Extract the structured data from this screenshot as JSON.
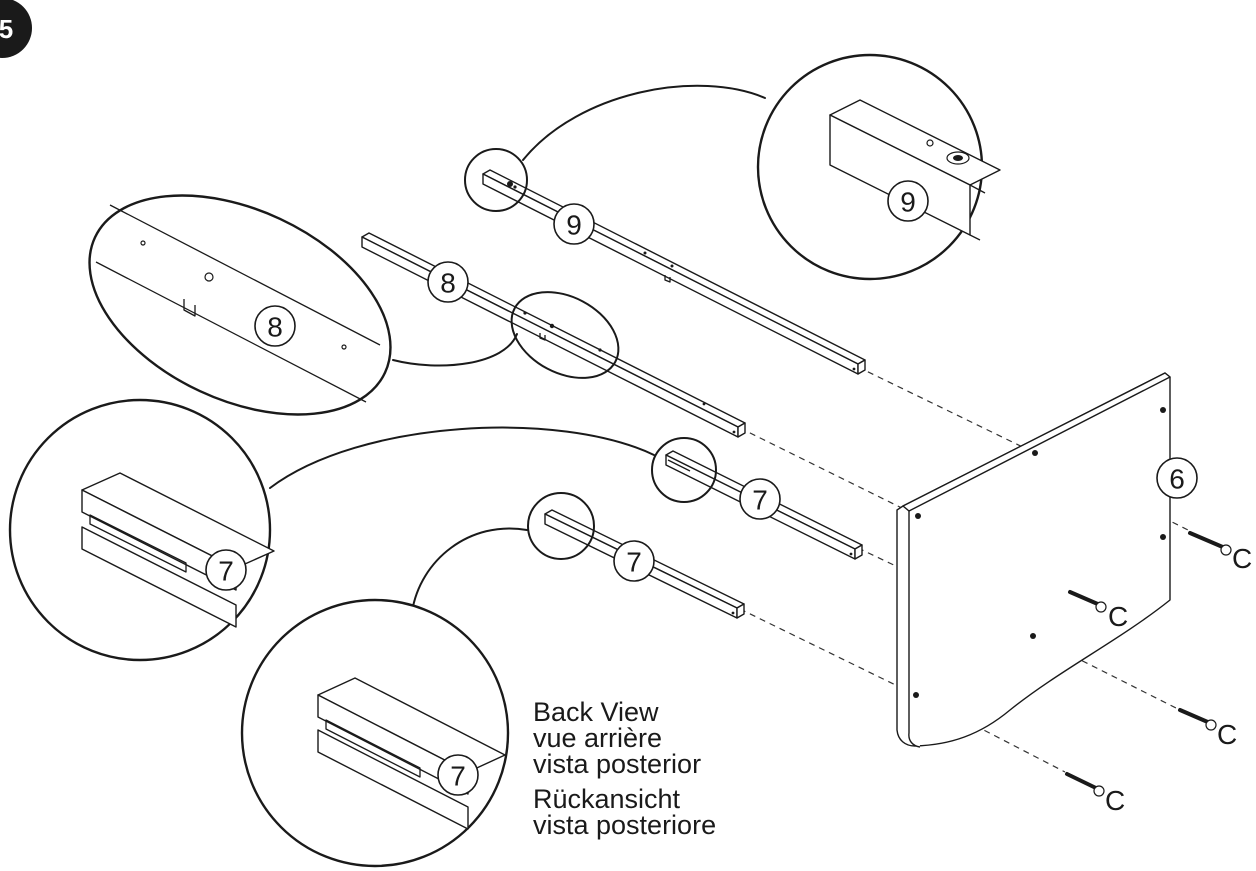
{
  "step": {
    "number": "5"
  },
  "parts": {
    "panel": "6",
    "rail_lower": "7",
    "rail_middle": "8",
    "rail_top": "9",
    "screw": "C"
  },
  "view_labels": [
    "Back View",
    "vue arrière",
    "vista posterior",
    "Rückansicht",
    "vista posteriore"
  ],
  "colors": {
    "ink": "#1a1a1a",
    "paper": "#ffffff"
  }
}
